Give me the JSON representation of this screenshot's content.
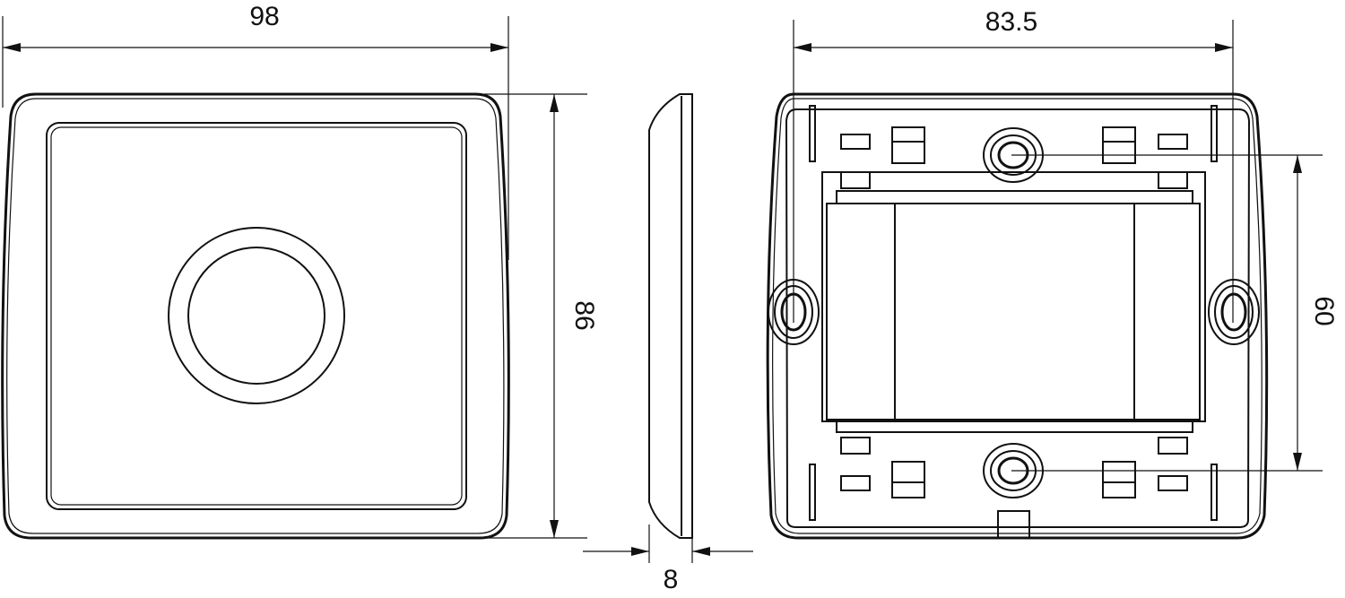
{
  "dimensions": {
    "front_width": "98",
    "front_height": "86",
    "side_depth": "8",
    "back_hole_spacing_horizontal": "83.5",
    "back_hole_spacing_vertical": "60"
  },
  "colors": {
    "line": "#111111",
    "background": "#ffffff"
  }
}
